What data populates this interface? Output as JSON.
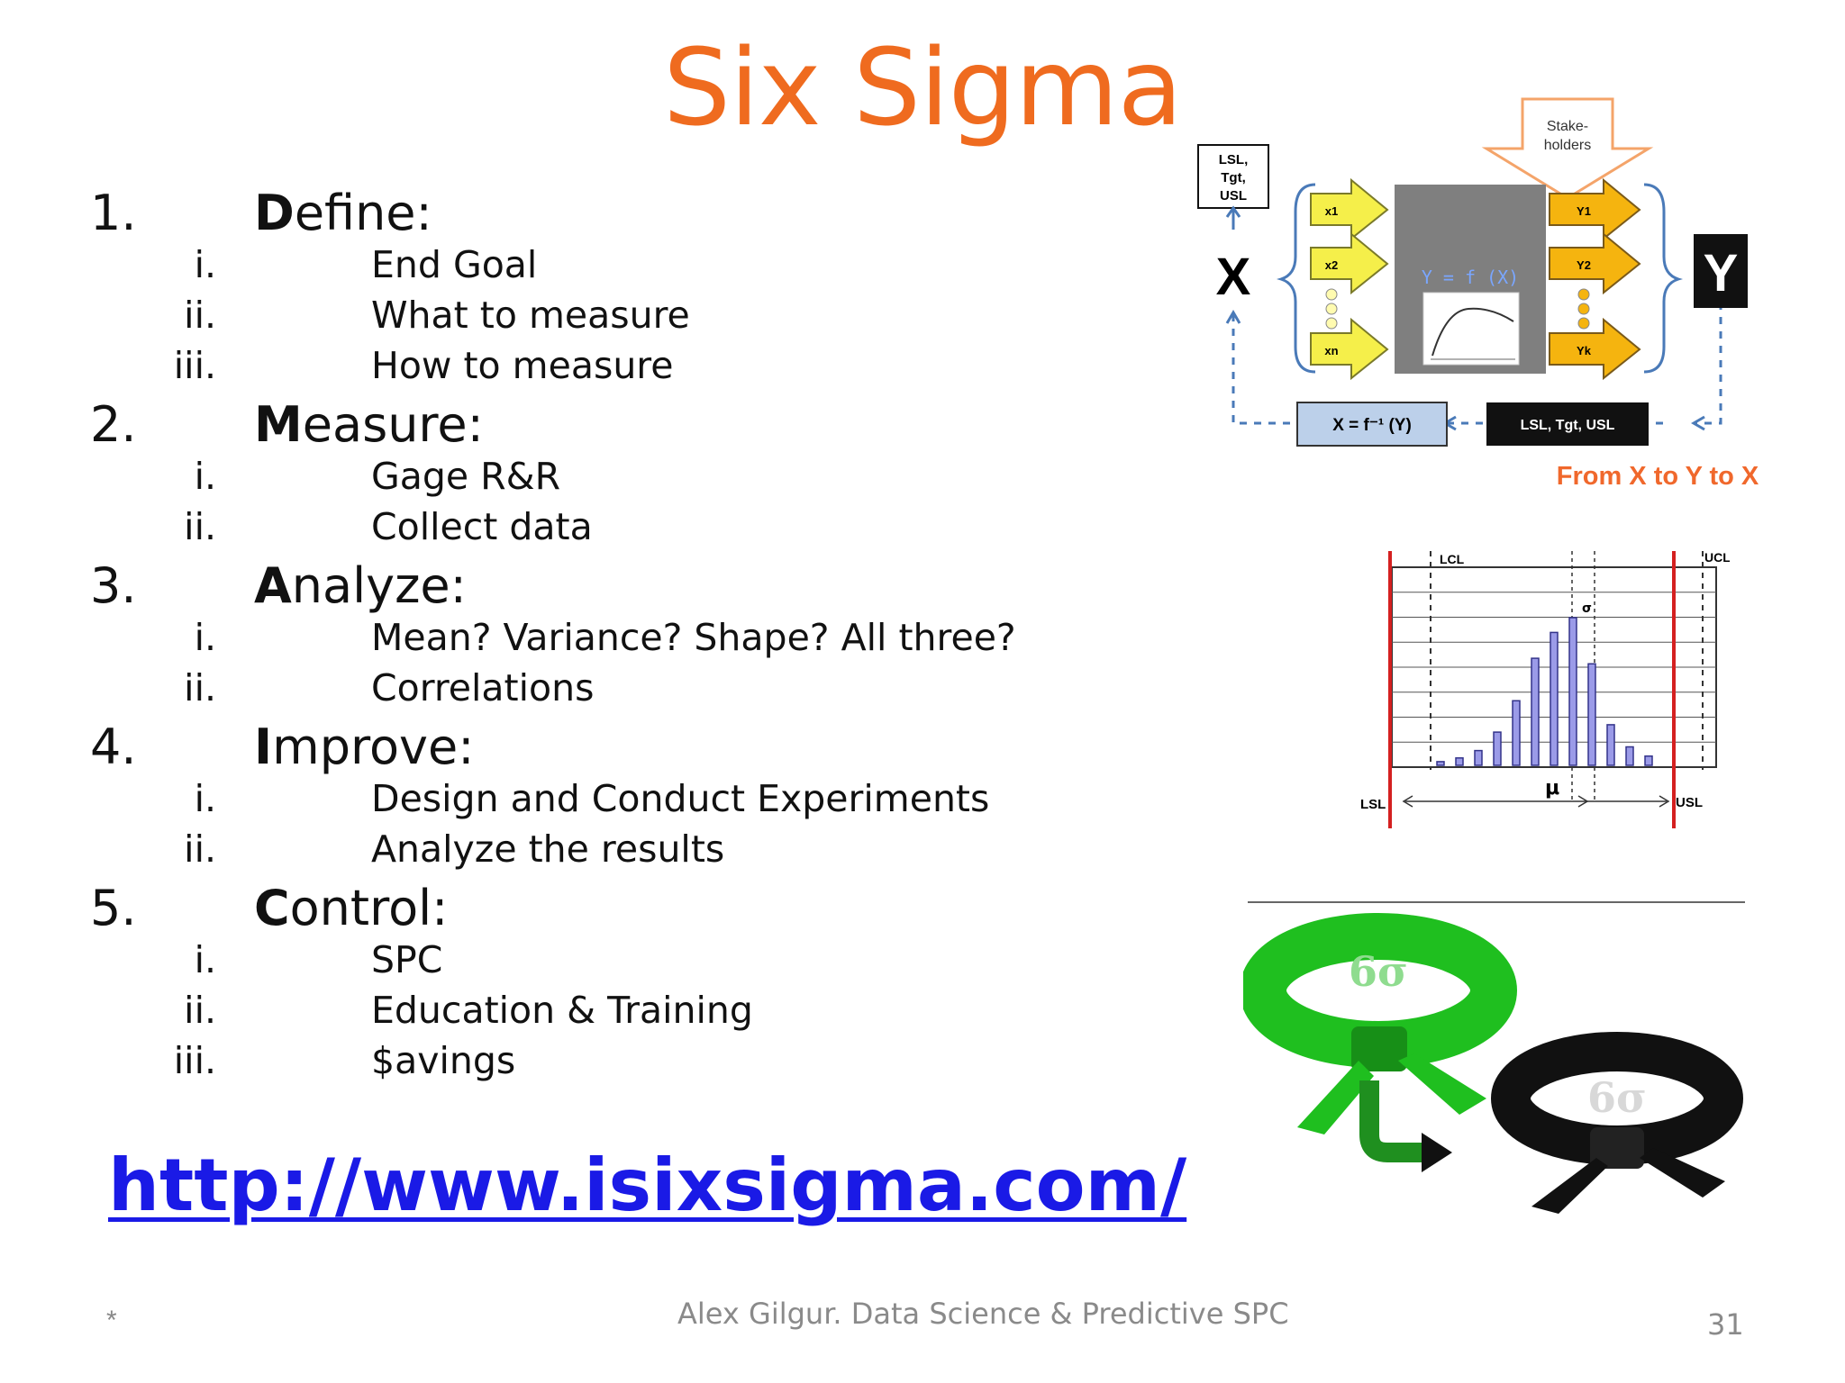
{
  "slide": {
    "title": "Six Sigma",
    "link": "http://www.isixsigma.com/",
    "footer_mark": "*",
    "footer_text": "Alex Gilgur.  Data Science & Predictive SPC",
    "page_number": "31"
  },
  "steps": [
    {
      "num": "1.",
      "initial": "D",
      "rest": "efine:",
      "subs": [
        {
          "num": "i.",
          "label": "End Goal"
        },
        {
          "num": "ii.",
          "label": "What to measure"
        },
        {
          "num": "iii.",
          "label": "How to measure"
        }
      ]
    },
    {
      "num": "2.",
      "initial": "M",
      "rest": "easure:",
      "subs": [
        {
          "num": "i.",
          "label": "Gage R&R"
        },
        {
          "num": "ii.",
          "label": "Collect data"
        }
      ]
    },
    {
      "num": "3.",
      "initial": "A",
      "rest": "nalyze:",
      "subs": [
        {
          "num": "i.",
          "label": "Mean?  Variance?  Shape?  All three?"
        },
        {
          "num": "ii.",
          "label": "Correlations"
        }
      ]
    },
    {
      "num": "4.",
      "initial": "I",
      "rest": "mprove:",
      "subs": [
        {
          "num": "i.",
          "label": "Design and Conduct Experiments"
        },
        {
          "num": "ii.",
          "label": "Analyze the results"
        }
      ]
    },
    {
      "num": "5.",
      "initial": "C",
      "rest": "ontrol:",
      "subs": [
        {
          "num": "i.",
          "label": "SPC"
        },
        {
          "num": "ii.",
          "label": "Education & Training"
        },
        {
          "num": "iii.",
          "label": "$avings"
        }
      ]
    }
  ],
  "diagram": {
    "spec_box": "LSL,\nTgt,\nUSL",
    "spec_lines": [
      "LSL,",
      "Tgt,",
      "USL"
    ],
    "x_label": "X",
    "y_label": "Y",
    "stakeholders": [
      "Stake-",
      "holders"
    ],
    "inputs": [
      "x1",
      "x2",
      "xn"
    ],
    "outputs": [
      "Y1",
      "Y2",
      "Yk"
    ],
    "function_text": "Y = f (X)",
    "inverse_box": "X = f⁻¹ (Y)",
    "limits_box": "LSL, Tgt, USL",
    "caption": "From X to Y to X",
    "colors": {
      "arrow_yellow": "#f5ef4a",
      "arrow_orange": "#f5b40f",
      "process_gray": "#7f7f7f",
      "inverse_blue": "#bcd0ea",
      "caption": "#f0682c"
    }
  },
  "histogram": {
    "labels": {
      "lcl": "LCL",
      "ucl": "UCL",
      "lsl": "LSL",
      "usl": "USL",
      "mu": "μ",
      "sigma": "σ"
    },
    "bar_heights": [
      0.02,
      0.04,
      0.08,
      0.18,
      0.35,
      0.58,
      0.72,
      0.8,
      0.55,
      0.22,
      0.1,
      0.05
    ],
    "bar_color": "#9b9be8",
    "spec_line_color": "#d42020"
  },
  "belts": {
    "green_label": "6σ",
    "black_label": "6σ",
    "colors": {
      "green": "#1fbf1f",
      "black": "#111111",
      "arrow": "#1f8f1f"
    }
  }
}
